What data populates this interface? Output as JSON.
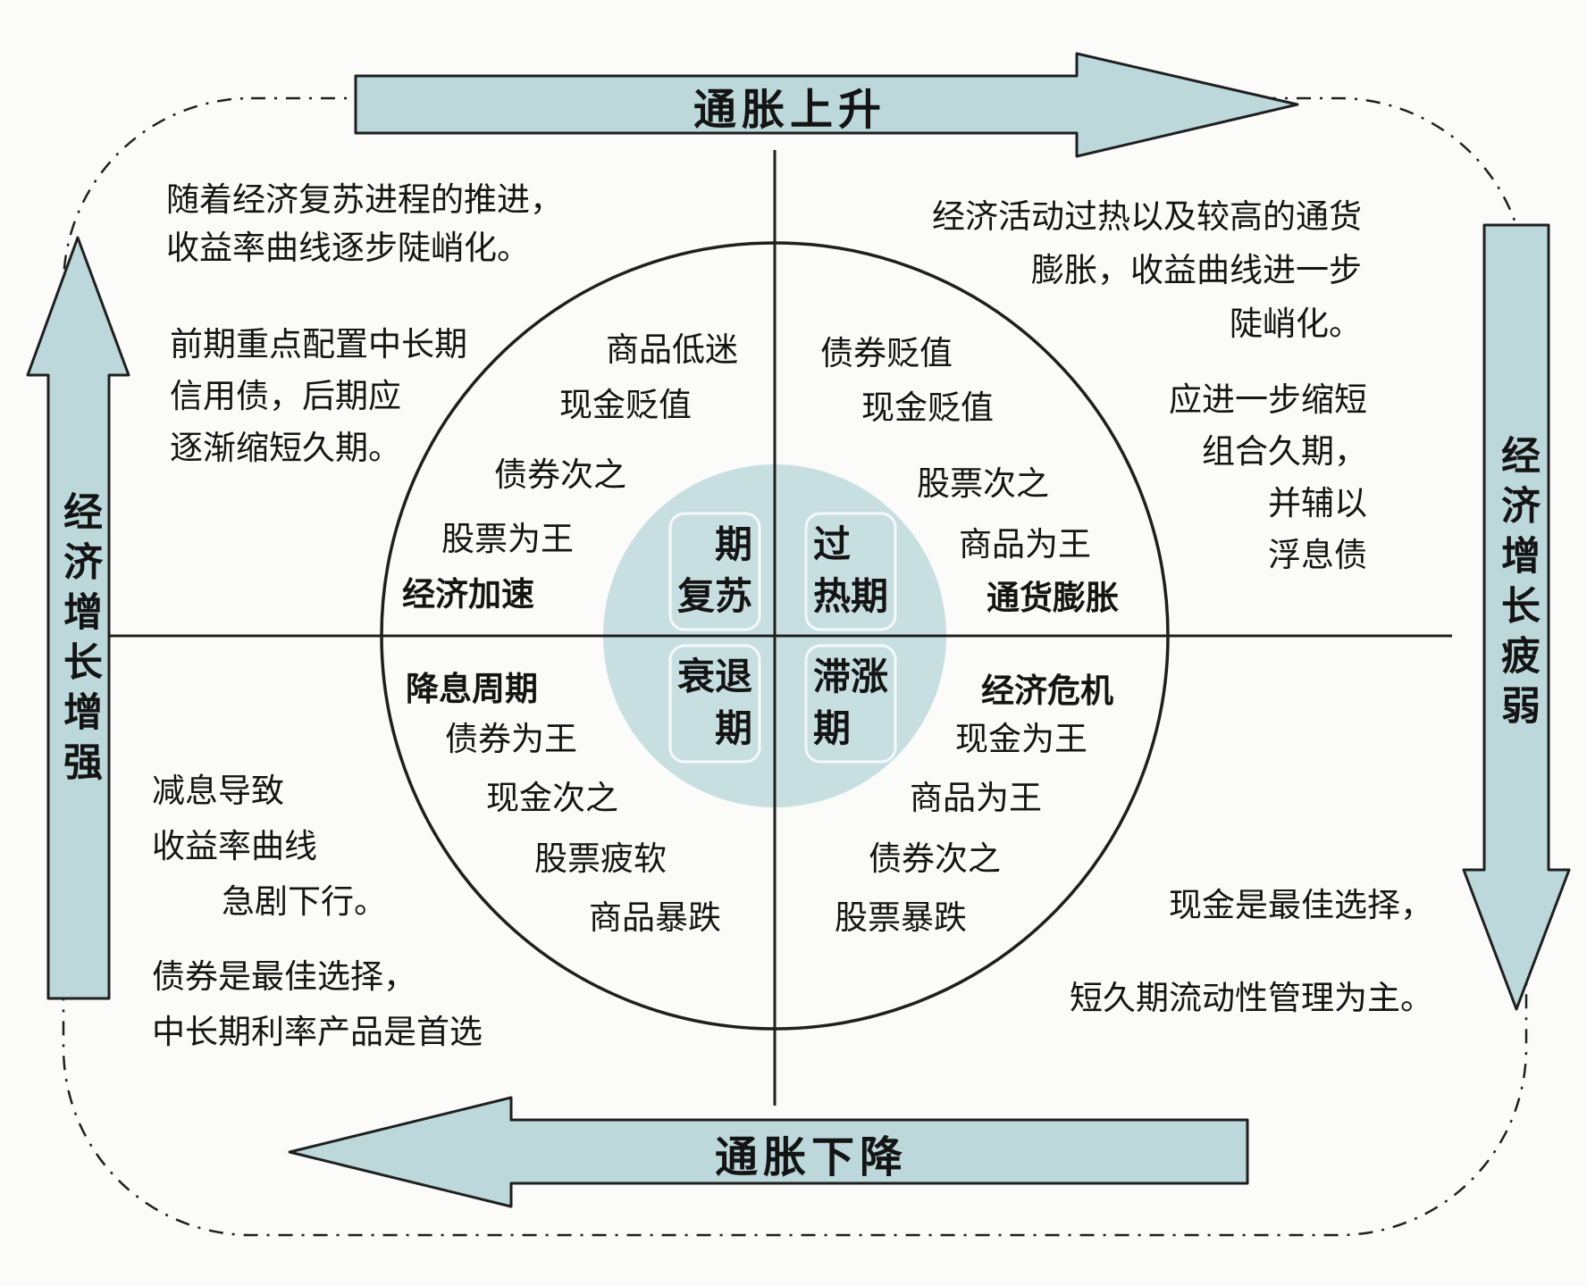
{
  "colors": {
    "arrow_fill": "#bcd8db",
    "inner_fill": "#c8dfe2",
    "stroke": "#1f1f1f",
    "text": "#141414",
    "background": "#fbfbf9"
  },
  "arrows": {
    "top": "通胀上升",
    "bottom": "通胀下降",
    "left": "经济增长增强",
    "right": "经济增长疲弱"
  },
  "phases": {
    "recovery": [
      "期",
      "复苏"
    ],
    "overheat": [
      "过",
      "热期"
    ],
    "recession": [
      "衰退",
      "期"
    ],
    "stagflation": [
      "滞涨",
      "期"
    ]
  },
  "quadrants": {
    "top_left": {
      "stage": "经济加速",
      "items": [
        "商品低迷",
        "现金贬值",
        "债券次之",
        "股票为王"
      ]
    },
    "top_right": {
      "stage": "通货膨胀",
      "items": [
        "债券贬值",
        "现金贬值",
        "股票次之",
        "商品为王"
      ]
    },
    "bottom_left": {
      "stage": "降息周期",
      "items": [
        "债券为王",
        "现金次之",
        "股票疲软",
        "商品暴跌"
      ]
    },
    "bottom_right": {
      "stage": "经济危机",
      "items": [
        "现金为王",
        "商品为王",
        "债券次之",
        "股票暴跌"
      ]
    }
  },
  "notes": {
    "top_left_1": [
      "随着经济复苏进程的推进，",
      "收益率曲线逐步陡峭化。"
    ],
    "top_left_2": [
      "前期重点配置中长期",
      "信用债，后期应",
      "逐渐缩短久期。"
    ],
    "top_right_1": [
      "经济活动过热以及较高的通货",
      "膨胀，收益曲线进一步",
      "陡峭化。"
    ],
    "top_right_2": [
      "应进一步缩短",
      "组合久期，",
      "并辅以",
      "浮息债"
    ],
    "bottom_left_1": [
      "减息导致",
      "收益率曲线",
      "急剧下行。"
    ],
    "bottom_left_2": [
      "债券是最佳选择，",
      "中长期利率产品是首选"
    ],
    "bottom_right_1": [
      "现金是最佳选择，"
    ],
    "bottom_right_2": [
      "短久期流动性管理为主。"
    ]
  }
}
